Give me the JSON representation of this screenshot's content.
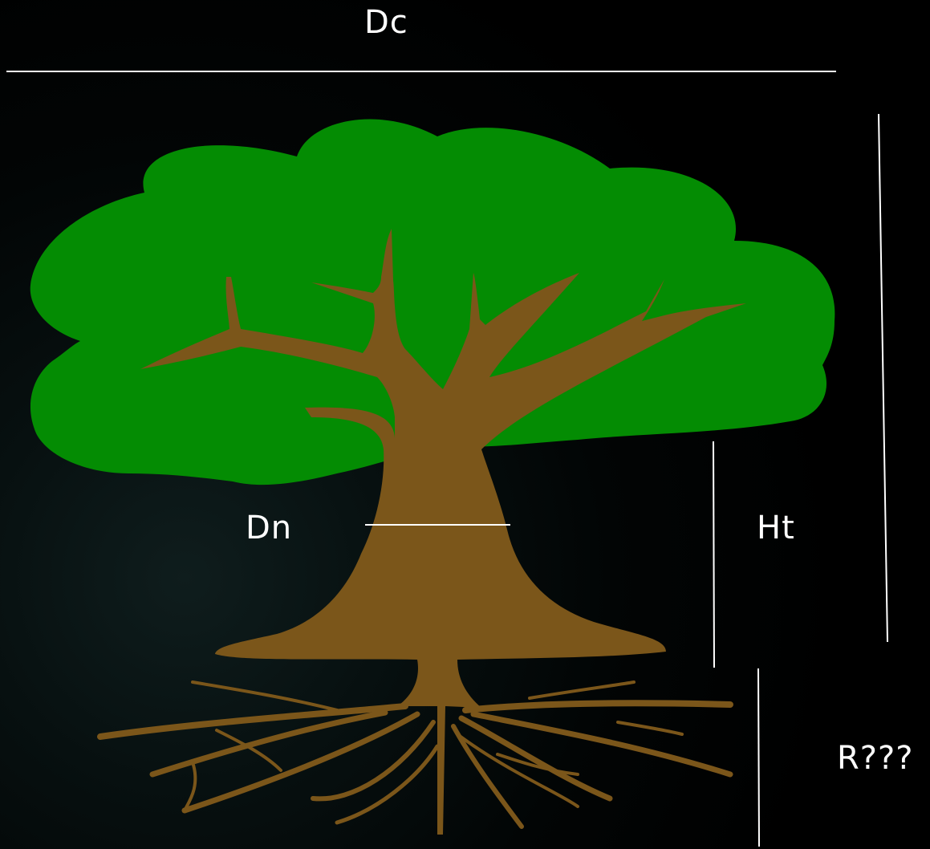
{
  "labels": {
    "crown_diameter": "Dc",
    "trunk_diameter": "Dn",
    "trunk_height": "Ht",
    "root": "R???"
  },
  "colors": {
    "background": "#000000",
    "foliage": "#048c03",
    "wood": "#7b561a",
    "line": "#ffffff"
  }
}
